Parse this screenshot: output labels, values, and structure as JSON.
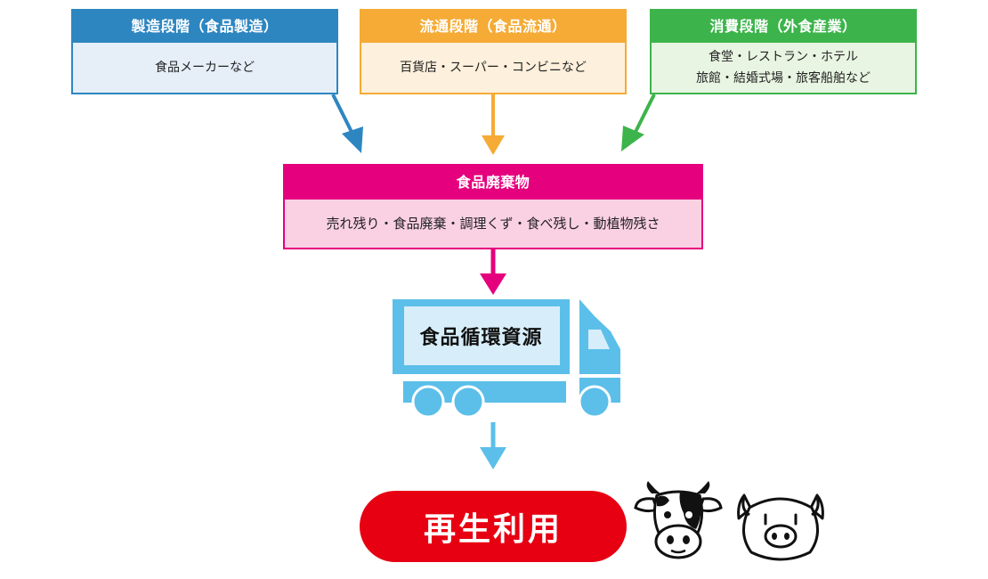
{
  "stages": [
    {
      "title": "製造段階（食品製造）",
      "lines": [
        "食品メーカーなど"
      ],
      "color": "#2e86c1"
    },
    {
      "title": "流通段階（食品流通）",
      "lines": [
        "百貨店・スーパー・コンビニなど"
      ],
      "color": "#f5ab35"
    },
    {
      "title": "消費段階（外食産業）",
      "lines": [
        "食堂・レストラン・ホテル",
        "旅館・結婚式場・旅客船舶など"
      ],
      "color": "#3cb44b"
    }
  ],
  "waste": {
    "title": "食品廃棄物",
    "description": "売れ残り・食品廃棄・調理くず・食べ残し・動植物残さ",
    "color": "#e5007e"
  },
  "truck": {
    "label": "食品循環資源",
    "color": "#5bbfe9"
  },
  "reuse": {
    "label": "再生利用",
    "color": "#e60012"
  },
  "icons": [
    "cow-icon",
    "pig-icon",
    "truck-icon"
  ]
}
